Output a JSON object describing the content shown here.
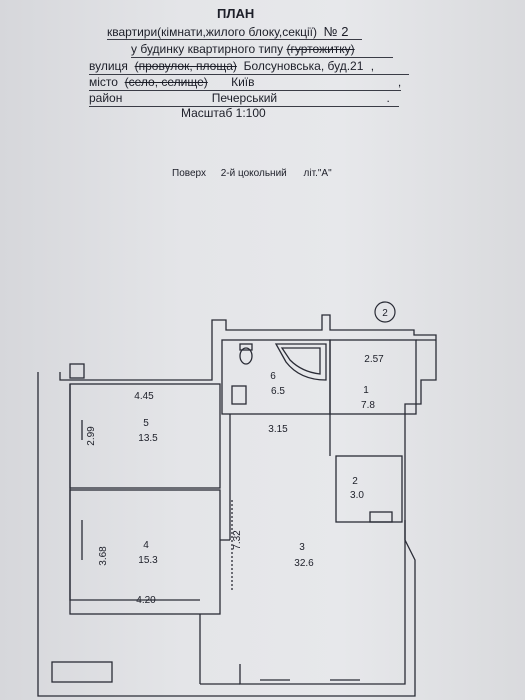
{
  "header": {
    "title": "ПЛАН",
    "subtitle_prefix": "квартири(кімнати,жилого блоку,секції)",
    "number": "№ 2",
    "house_type_prefix": "у будинку квартирного  типу",
    "house_type_struck": "(гуртожитку)",
    "street_label": "вулиця",
    "street_struck": "(провулок, площа)",
    "street_value": "Болсуновська, буд.21",
    "street_comma": ",",
    "city_label": "місто",
    "city_struck": "(село, селище)",
    "city_value": "Київ",
    "city_comma": ",",
    "district_label": "район",
    "district_value": "Печерський",
    "district_dot": ".",
    "scale": "Масштаб  1:100"
  },
  "floor_info": {
    "floor": "Поверх",
    "floor_value": "2-й цокольний",
    "letter": "літ.\"А\""
  },
  "plan": {
    "marker": "2",
    "rooms": [
      {
        "number": "1",
        "area": "7.8"
      },
      {
        "number": "2",
        "area": "3.0"
      },
      {
        "number": "3",
        "area": "32.6"
      },
      {
        "number": "4",
        "area": "15.3"
      },
      {
        "number": "5",
        "area": "13.5"
      },
      {
        "number": "6",
        "area": "6.5"
      }
    ],
    "dimensions": [
      "2.57",
      "4.45",
      "3.15",
      "2.99",
      "7.32",
      "3.68",
      "4.20"
    ]
  }
}
